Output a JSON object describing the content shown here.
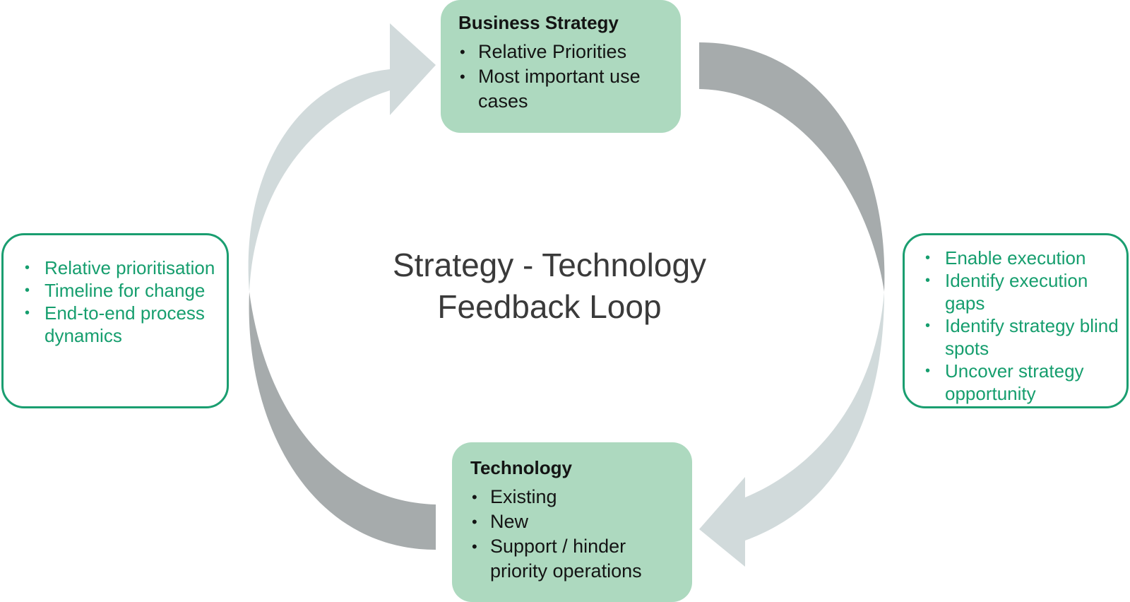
{
  "diagram": {
    "title_lines": [
      "Strategy - Technology",
      "Feedback Loop"
    ],
    "business_strategy": {
      "title": "Business Strategy",
      "items": [
        "Relative Priorities",
        "Most important use cases"
      ]
    },
    "technology": {
      "title": "Technology",
      "items": [
        "Existing",
        "New",
        "Support / hinder priority operations"
      ]
    },
    "left_notes": {
      "items": [
        "Relative prioritisation",
        "Timeline for change",
        "End-to-end process dynamics"
      ]
    },
    "right_notes": {
      "items": [
        "Enable execution",
        "Identify execution gaps",
        "Identify strategy blind spots",
        "Uncover strategy opportunity"
      ]
    },
    "colors": {
      "box_fill": "#add9bf",
      "outline_green": "#1a9e70",
      "arrow_dark": "#a6abac",
      "arrow_light": "#d1dadb",
      "title_text": "#3a3a3a"
    }
  }
}
